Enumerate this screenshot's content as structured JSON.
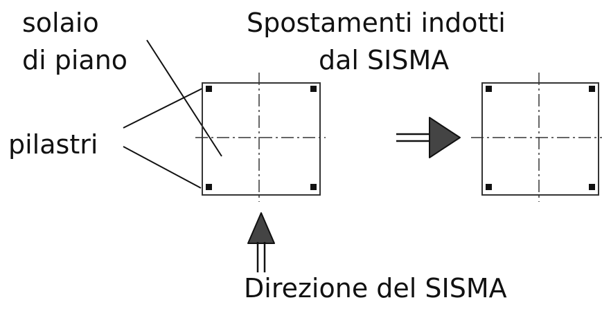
{
  "labels": {
    "floor_line1": "solaio",
    "floor_line2": "di piano",
    "columns": "pilastri",
    "displacement_line1": "Spostamenti indotti",
    "displacement_line2": "dal SISMA",
    "direction": "Direzione del SISMA"
  },
  "colors": {
    "ink": "#111111",
    "arrow_fill": "#444444",
    "axis": "#333333"
  }
}
